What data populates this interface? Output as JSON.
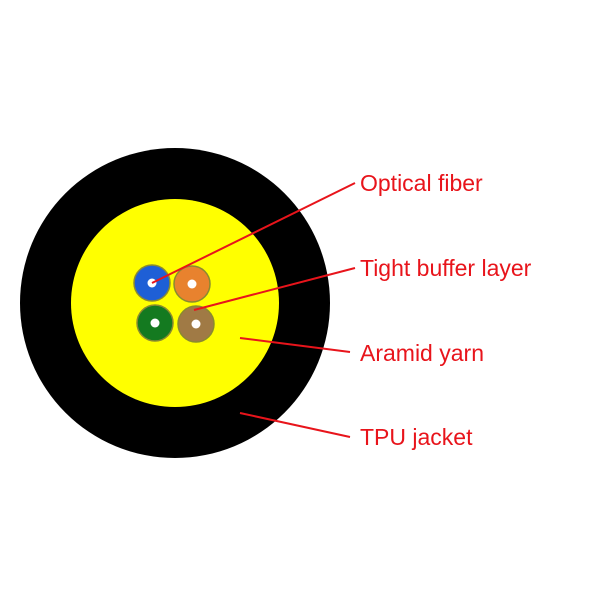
{
  "labels": {
    "optical_fiber": "Optical fiber",
    "tight_buffer": "Tight buffer layer",
    "aramid": "Aramid yarn",
    "tpu": "TPU jacket"
  },
  "colors": {
    "jacket": "#000000",
    "yarn": "#ffff00",
    "fiber_blue": "#1e5fd6",
    "fiber_orange": "#e8822e",
    "fiber_green": "#147a20",
    "fiber_brown": "#a07a45",
    "leader": "#e8141b"
  }
}
